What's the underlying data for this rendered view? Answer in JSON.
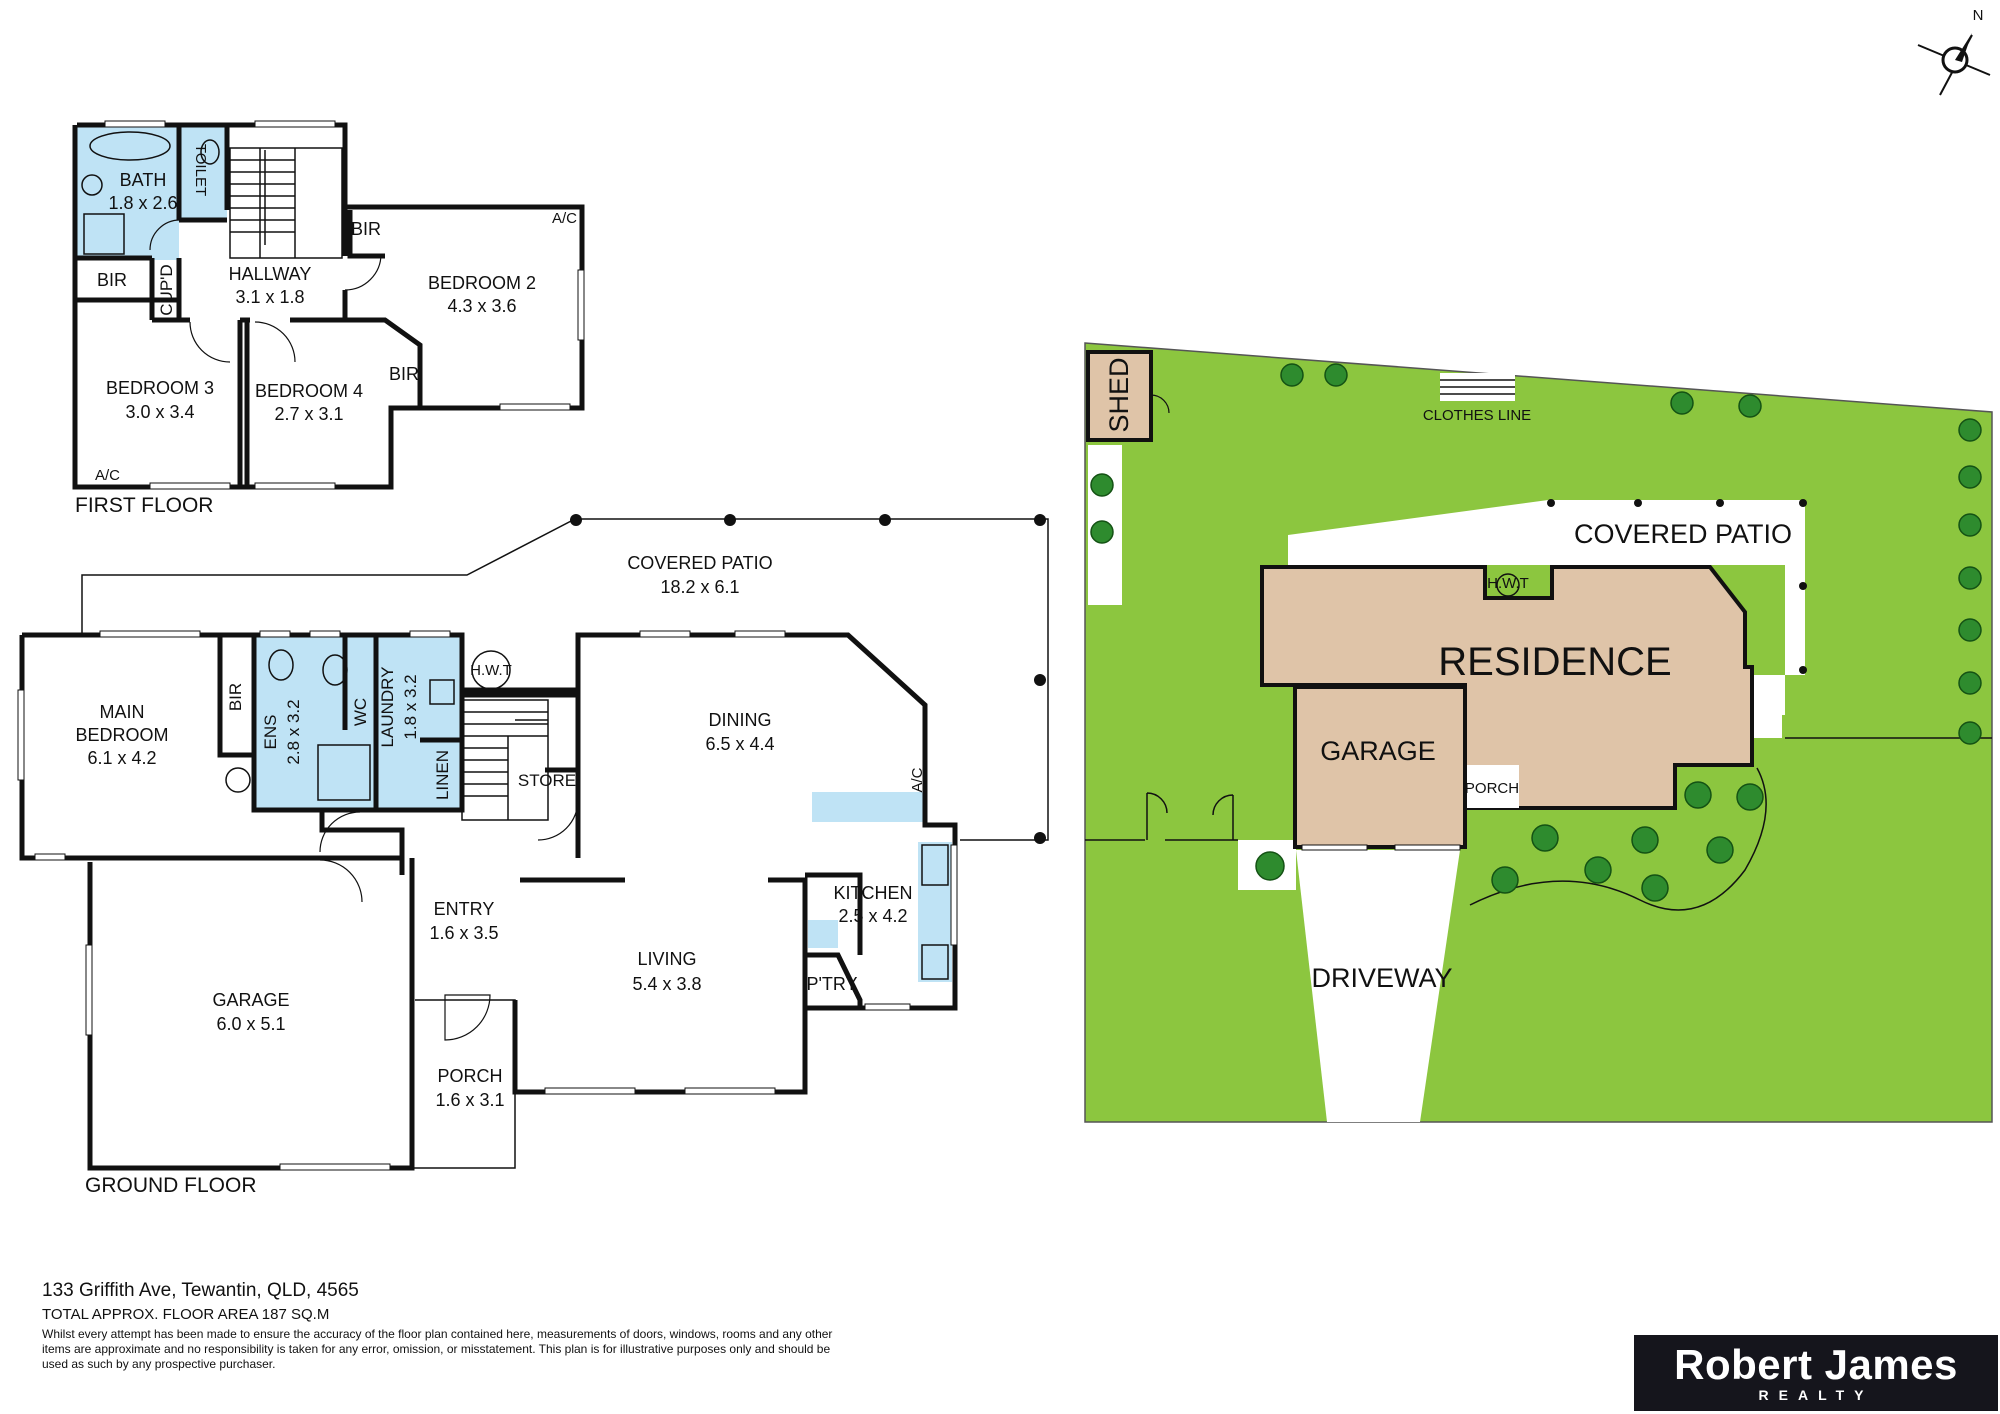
{
  "first_floor": {
    "label": "FIRST FLOOR",
    "rooms": {
      "bath": {
        "name": "BATH",
        "size": "1.8 x 2.6"
      },
      "toilet": {
        "name": "TOILET"
      },
      "hallway": {
        "name": "HALLWAY",
        "size": "3.1 x 1.8"
      },
      "bir_left": {
        "name": "BIR"
      },
      "cupd": {
        "name": "CUP'D"
      },
      "bir_bed2": {
        "name": "BIR"
      },
      "bedroom2": {
        "name": "BEDROOM 2",
        "size": "4.3 x 3.6"
      },
      "bir_bed4": {
        "name": "BIR"
      },
      "bedroom3": {
        "name": "BEDROOM 3",
        "size": "3.0 x 3.4"
      },
      "bedroom4": {
        "name": "BEDROOM 4",
        "size": "2.7 x 3.1"
      }
    },
    "ac_labels": [
      "A/C",
      "A/C"
    ]
  },
  "ground_floor": {
    "label": "GROUND FLOOR",
    "rooms": {
      "covered_patio": {
        "name": "COVERED PATIO",
        "size": "18.2 x 6.1"
      },
      "main_bedroom": {
        "name": "MAIN",
        "name2": "BEDROOM",
        "size": "6.1 x 4.2"
      },
      "bir": {
        "name": "BIR"
      },
      "ens": {
        "name": "ENS",
        "size": "2.8 x 3.2"
      },
      "wc": {
        "name": "WC"
      },
      "laundry": {
        "name": "LAUNDRY",
        "size": "1.8 x 3.2"
      },
      "hwt": {
        "name": "H.W.T"
      },
      "linen": {
        "name": "LINEN"
      },
      "store": {
        "name": "STORE"
      },
      "dining": {
        "name": "DINING",
        "size": "6.5 x 4.4"
      },
      "ac": {
        "name": "A/C"
      },
      "kitchen": {
        "name": "KITCHEN",
        "size": "2.5 x 4.2"
      },
      "pantry": {
        "name": "P'TRY"
      },
      "entry": {
        "name": "ENTRY",
        "size": "1.6 x 3.5"
      },
      "living": {
        "name": "LIVING",
        "size": "5.4 x 3.8"
      },
      "garage": {
        "name": "GARAGE",
        "size": "6.0 x 5.1"
      },
      "porch": {
        "name": "PORCH",
        "size": "1.6 x 3.1"
      }
    }
  },
  "site_plan": {
    "shed": "SHED",
    "clothes_line": "CLOTHES LINE",
    "covered_patio": "COVERED PATIO",
    "hwt": "H.W.T",
    "residence": "RESIDENCE",
    "garage": "GARAGE",
    "porch": "PORCH",
    "driveway": "DRIVEWAY",
    "compass": "N",
    "colors": {
      "lawn": "#8cc63f",
      "building": "#dfc4a8",
      "paving": "#ffffff",
      "tree": "#2e8b2e"
    }
  },
  "footer": {
    "address": "133 Griffith Ave, Tewantin, QLD, 4565",
    "total_area": "TOTAL APPROX. FLOOR AREA 187 SQ.M",
    "disclaimer": "Whilst every attempt has been made to ensure the accuracy of the floor plan contained here, measurements of doors, windows, rooms and any other items are approximate and no responsibility is taken for any error, omission, or misstatement. This plan is for illustrative purposes only and should be used as such by any prospective purchaser."
  },
  "logo": {
    "brand": "Robert James",
    "sub": "REALTY"
  }
}
